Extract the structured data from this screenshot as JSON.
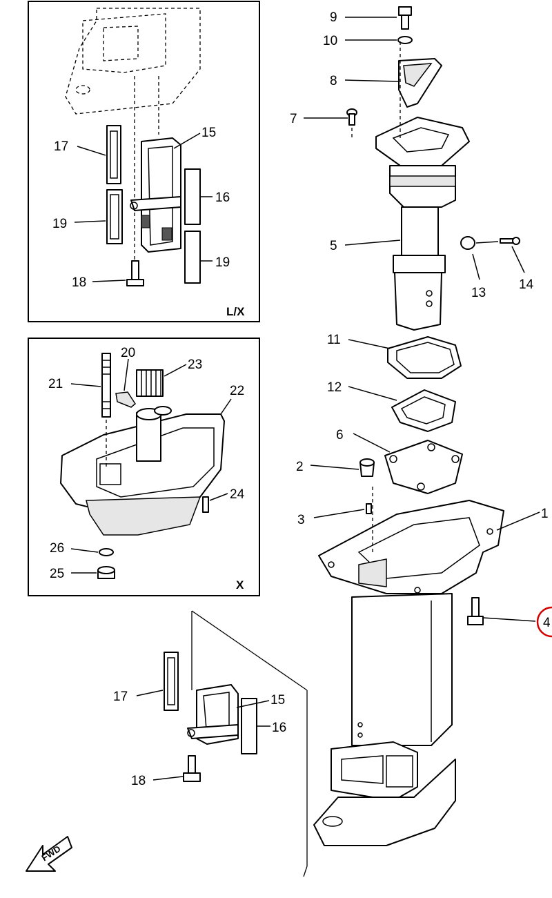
{
  "insets": [
    {
      "id": "inset-lx",
      "tag": "L/X"
    },
    {
      "id": "inset-x",
      "tag": "X"
    }
  ],
  "callouts": [
    {
      "n": "9",
      "name": "callout-9"
    },
    {
      "n": "10",
      "name": "callout-10"
    },
    {
      "n": "8",
      "name": "callout-8"
    },
    {
      "n": "7",
      "name": "callout-7"
    },
    {
      "n": "5",
      "name": "callout-5"
    },
    {
      "n": "13",
      "name": "callout-13"
    },
    {
      "n": "14",
      "name": "callout-14"
    },
    {
      "n": "11",
      "name": "callout-11"
    },
    {
      "n": "12",
      "name": "callout-12"
    },
    {
      "n": "6",
      "name": "callout-6"
    },
    {
      "n": "2",
      "name": "callout-2"
    },
    {
      "n": "3",
      "name": "callout-3"
    },
    {
      "n": "1",
      "name": "callout-1"
    },
    {
      "n": "4",
      "name": "callout-4",
      "highlighted": true
    },
    {
      "n": "17",
      "name": "callout-17-main"
    },
    {
      "n": "15",
      "name": "callout-15-main"
    },
    {
      "n": "16",
      "name": "callout-16-main"
    },
    {
      "n": "18",
      "name": "callout-18-main"
    },
    {
      "n": "17",
      "name": "callout-17-lx"
    },
    {
      "n": "15",
      "name": "callout-15-lx"
    },
    {
      "n": "16",
      "name": "callout-16-lx"
    },
    {
      "n": "19",
      "name": "callout-19-lx-left"
    },
    {
      "n": "19",
      "name": "callout-19-lx-right"
    },
    {
      "n": "18",
      "name": "callout-18-lx"
    },
    {
      "n": "20",
      "name": "callout-20"
    },
    {
      "n": "23",
      "name": "callout-23"
    },
    {
      "n": "21",
      "name": "callout-21"
    },
    {
      "n": "22",
      "name": "callout-22"
    },
    {
      "n": "24",
      "name": "callout-24"
    },
    {
      "n": "26",
      "name": "callout-26"
    },
    {
      "n": "25",
      "name": "callout-25"
    }
  ],
  "fwd_label": "FWD",
  "colors": {
    "ink": "#000000",
    "paper": "#ffffff",
    "highlight": "#d40000"
  }
}
